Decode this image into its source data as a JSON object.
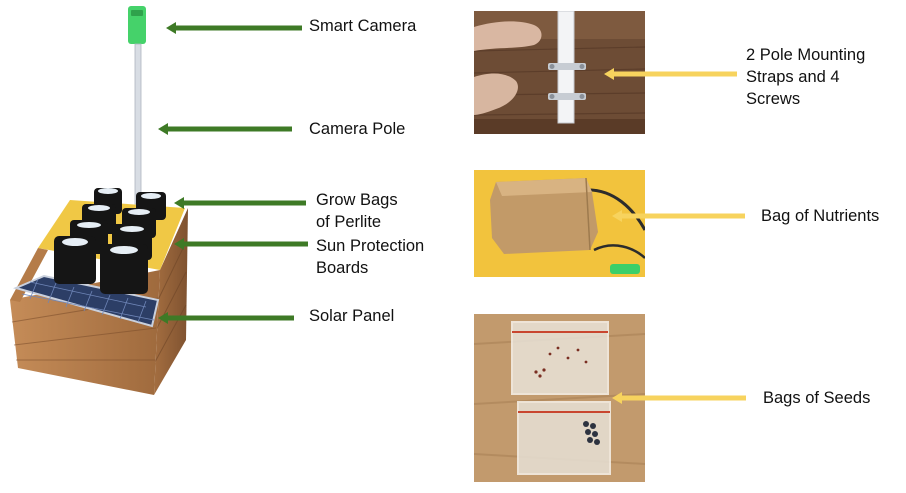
{
  "labels": {
    "smart_camera": "Smart Camera",
    "camera_pole": "Camera Pole",
    "grow_bags": [
      "Grow Bags",
      "of Perlite"
    ],
    "sun_protection": [
      "Sun Protection",
      "Boards"
    ],
    "solar_panel": "Solar Panel",
    "mounting_straps": [
      "2 Pole Mounting",
      "Straps and 4",
      "Screws"
    ],
    "nutrients": "Bag of Nutrients",
    "seeds": "Bags of Seeds"
  },
  "colors": {
    "green_arrow": "#3e7a26",
    "yellow_arrow": "#f7d35e",
    "camera_green": "#45d26a",
    "wood": "#b9804e",
    "bag_black": "#151515",
    "tray_yellow": "#f0c845",
    "solar_blue": "#3e5d9c"
  }
}
